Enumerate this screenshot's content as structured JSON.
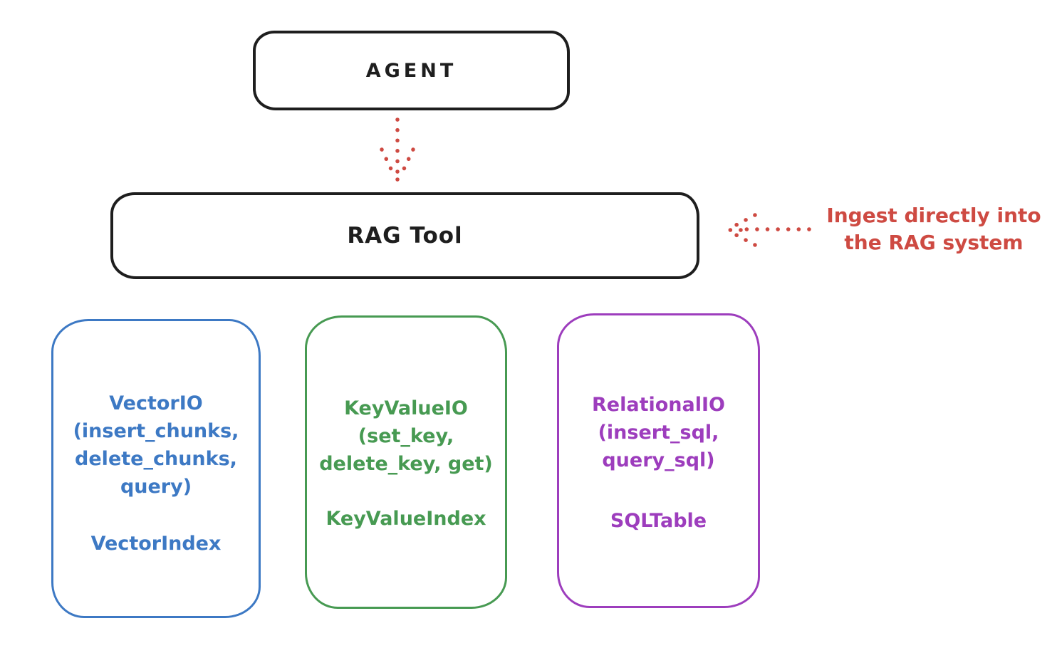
{
  "agent": {
    "label": "AGENT"
  },
  "rag_tool": {
    "label": "RAG Tool"
  },
  "annotation": {
    "line1": "Ingest directly into",
    "line2": "the RAG system"
  },
  "storage_boxes": [
    {
      "name": "vector-io",
      "io_lines": [
        "VectorIO",
        "(insert_chunks,",
        "delete_chunks,",
        "query)"
      ],
      "index_label": "VectorIndex",
      "accent_color": "#3d79c4"
    },
    {
      "name": "key-value-io",
      "io_lines": [
        "KeyValueIO",
        "(set_key,",
        "delete_key, get)"
      ],
      "index_label": "KeyValueIndex",
      "accent_color": "#479a52"
    },
    {
      "name": "relational-io",
      "io_lines": [
        "RelationalIO",
        "(insert_sql,",
        "query_sql)"
      ],
      "index_label": "SQLTable",
      "accent_color": "#9d3dbd"
    }
  ],
  "arrows": [
    {
      "name": "agent-to-rag-tool",
      "type": "dotted-arrow",
      "direction": "down"
    },
    {
      "name": "annotation-to-rag-tool",
      "type": "dotted-arrow",
      "direction": "left"
    }
  ],
  "colors": {
    "ink": "#1e1e1e",
    "red": "#ce4a42",
    "blue": "#3d79c4",
    "green": "#479a52",
    "purple": "#9d3dbd",
    "background": "#ffffff"
  }
}
